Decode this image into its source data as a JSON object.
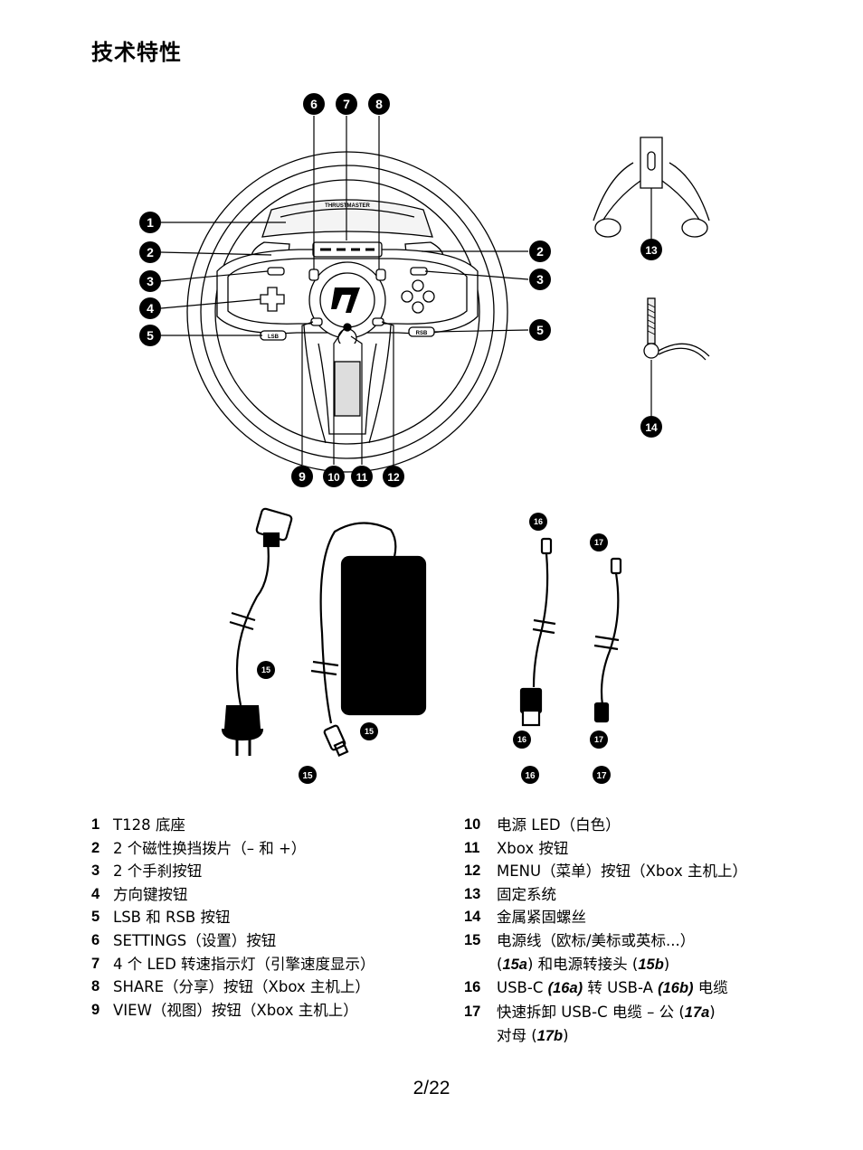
{
  "title": "技术特性",
  "page_number": "2/22",
  "wheel_brand": "THRUSTMASTER",
  "callouts": {
    "c1": "1",
    "c2": "2",
    "c3": "3",
    "c4": "4",
    "c5": "5",
    "c6": "6",
    "c7": "7",
    "c8": "8",
    "c9": "9",
    "c10": "10",
    "c11": "11",
    "c12": "12",
    "c13": "13",
    "c14": "14",
    "c15": "15",
    "c15a": "15a",
    "c15b": "15b",
    "c16": "16",
    "c16a": "16a",
    "c16b": "16b",
    "c17": "17",
    "c17a": "17a",
    "c17b": "17b",
    "lsb": "LSB",
    "rsb": "RSB"
  },
  "legend_left": [
    {
      "num": "1",
      "text": "T128 底座"
    },
    {
      "num": "2",
      "text": "2 个磁性换挡拨片（– 和 +）"
    },
    {
      "num": "3",
      "text": "2 个手刹按钮"
    },
    {
      "num": "4",
      "text": "方向键按钮"
    },
    {
      "num": "5",
      "text": "LSB 和 RSB 按钮"
    },
    {
      "num": "6",
      "text": "SETTINGS（设置）按钮"
    },
    {
      "num": "7",
      "text": "4 个 LED 转速指示灯（引擎速度显示）"
    },
    {
      "num": "8",
      "text": "SHARE（分享）按钮（Xbox 主机上）"
    },
    {
      "num": "9",
      "text": "VIEW（视图）按钮（Xbox 主机上）"
    }
  ],
  "legend_right": [
    {
      "num": "10",
      "text": "电源 LED（白色）"
    },
    {
      "num": "11",
      "text": "Xbox 按钮"
    },
    {
      "num": "12",
      "text": "MENU（菜单）按钮（Xbox 主机上）"
    },
    {
      "num": "13",
      "text": "固定系统"
    },
    {
      "num": "14",
      "text": "金属紧固螺丝"
    },
    {
      "num": "15",
      "text_a": "电源线（欧标/美标或英标...）",
      "text_b_pre": "(",
      "text_b_ref1": "15a",
      "text_b_mid": ") 和电源转接头 (",
      "text_b_ref2": "15b",
      "text_b_post": ")"
    },
    {
      "num": "16",
      "pre": "USB-C ",
      "ref1": "(16a)",
      "mid": " 转 USB-A ",
      "ref2": "(16b)",
      "post": " 电缆"
    },
    {
      "num": "17",
      "text_a_pre": "快速拆卸 USB-C 电缆 – 公 (",
      "text_a_ref": "17a",
      "text_a_post": ")",
      "text_b_pre": "对母 (",
      "text_b_ref": "17b",
      "text_b_post": ")"
    }
  ]
}
